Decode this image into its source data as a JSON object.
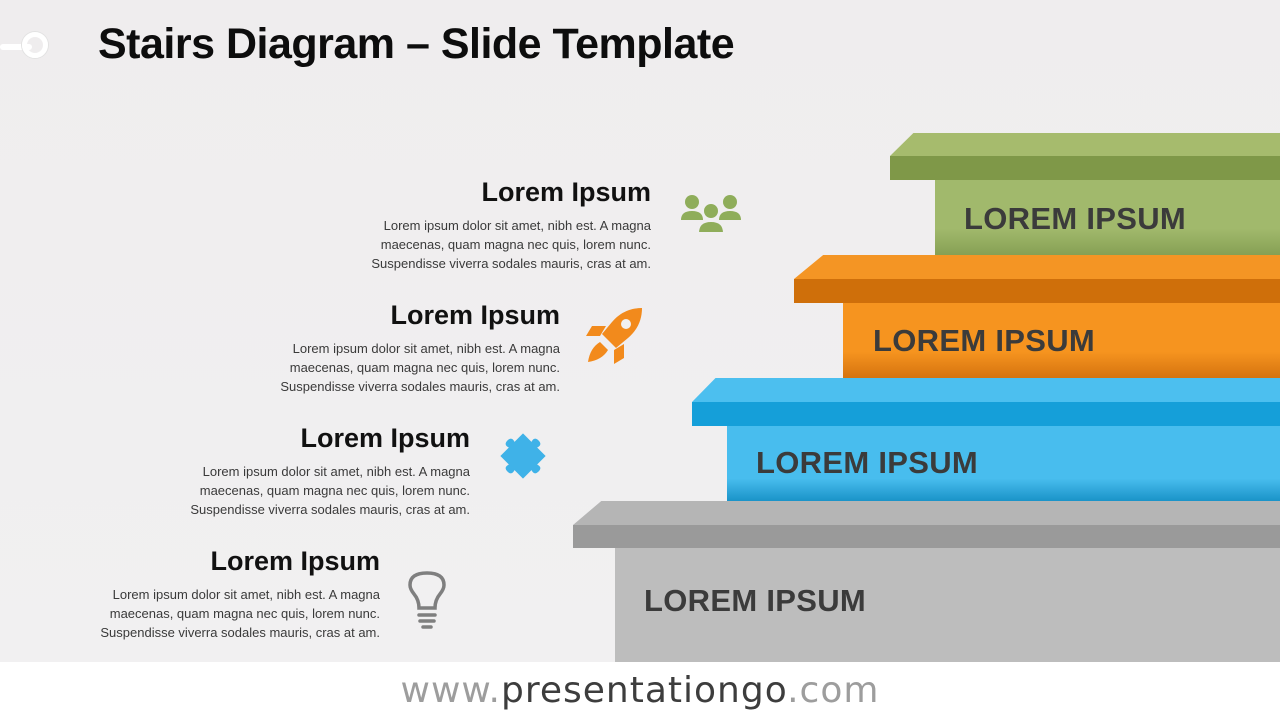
{
  "slide": {
    "title": "Stairs Diagram – Slide Template"
  },
  "items": [
    {
      "heading": "Lorem Ipsum",
      "desc1": "Lorem ipsum dolor sit amet, nibh est. A magna",
      "desc2": "maecenas, quam magna nec quis, lorem nunc.",
      "desc3": "Suspendisse viverra sodales mauris, cras at am.",
      "icon": "people-icon",
      "color": "#8fad5a"
    },
    {
      "heading": "Lorem Ipsum",
      "desc1": "Lorem ipsum dolor sit amet, nibh est. A magna",
      "desc2": "maecenas, quam magna nec quis, lorem nunc.",
      "desc3": "Suspendisse viverra sodales mauris, cras at am.",
      "icon": "rocket-icon",
      "color": "#f28a1c"
    },
    {
      "heading": "Lorem Ipsum",
      "desc1": "Lorem ipsum dolor sit amet, nibh est. A magna",
      "desc2": "maecenas, quam magna nec quis, lorem nunc.",
      "desc3": "Suspendisse viverra sodales mauris, cras at am.",
      "icon": "puzzle-icon",
      "color": "#3fb2e8"
    },
    {
      "heading": "Lorem Ipsum",
      "desc1": "Lorem ipsum dolor sit amet, nibh est. A magna",
      "desc2": "maecenas, quam magna nec quis, lorem nunc.",
      "desc3": "Suspendisse viverra sodales mauris, cras at am.",
      "icon": "lightbulb-icon",
      "color": "#7f7f7f"
    }
  ],
  "steps": [
    {
      "label": "LOREM IPSUM",
      "color": "#a1b96c",
      "ledge_top": "#a6bb6d",
      "ledge_front": "#7f9848"
    },
    {
      "label": "LOREM IPSUM",
      "color": "#f6941f",
      "ledge_top": "#f49524",
      "ledge_front": "#cf6f0a"
    },
    {
      "label": "LOREM IPSUM",
      "color": "#48bdee",
      "ledge_top": "#4cbfef",
      "ledge_front": "#159fd9"
    },
    {
      "label": "LOREM IPSUM",
      "color": "#bdbdbd",
      "ledge_top": "#b5b5b5",
      "ledge_front": "#9a9a9a"
    }
  ],
  "footer": {
    "prefix": "www.",
    "brand": "presentationgo",
    "suffix": ".com"
  }
}
